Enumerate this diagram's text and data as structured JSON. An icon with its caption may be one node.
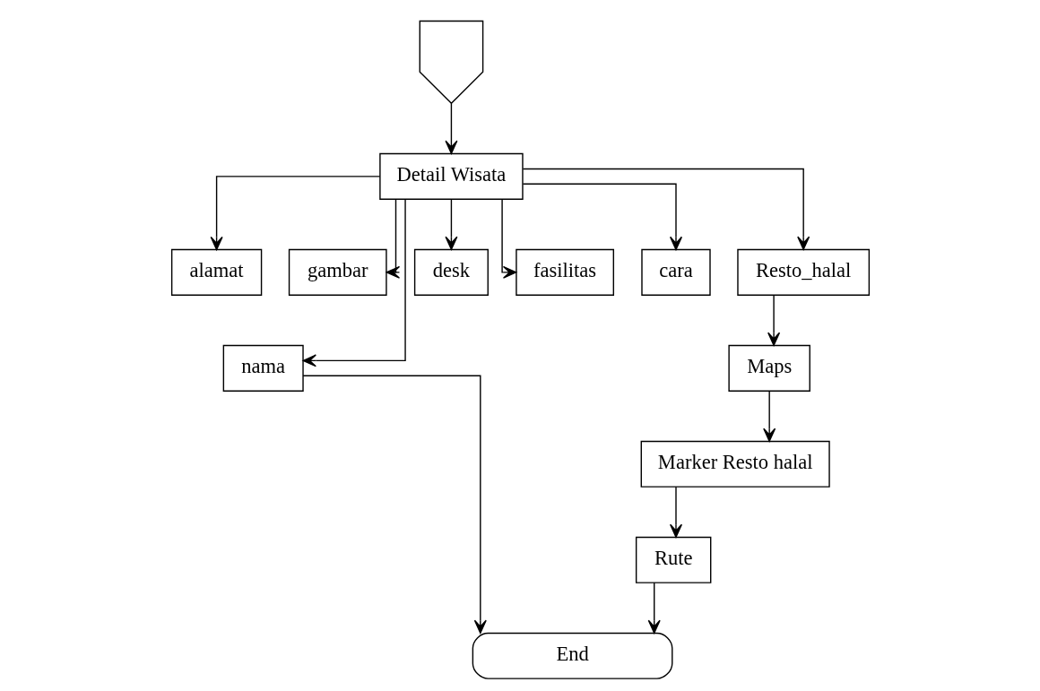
{
  "diagram": {
    "nodes": [
      {
        "text": [],
        "shape": "pentagon"
      },
      {
        "text": [
          "Detail Wisata"
        ]
      },
      {
        "text": [
          "nama"
        ]
      },
      {
        "text": [
          "alamat"
        ]
      },
      {
        "text": [
          "gambar"
        ]
      },
      {
        "text": [
          "desk"
        ]
      },
      {
        "text": [
          "fasilitas"
        ]
      },
      {
        "text": [
          "cara"
        ]
      },
      {
        "text": [
          "Resto_halal"
        ]
      },
      {
        "text": [
          "Maps"
        ]
      },
      {
        "text": [
          "Marker Resto halal"
        ]
      },
      {
        "text": [
          "Rute"
        ]
      },
      {
        "text": [
          "End"
        ]
      }
    ],
    "edges": [
      {
        "from": 0,
        "to": 1,
        "arrow": "to"
      },
      {
        "from": 1,
        "to": 2,
        "arrow": "to"
      },
      {
        "from": 1,
        "to": 3,
        "arrow": "to"
      },
      {
        "from": 1,
        "to": 4,
        "arrow": "to"
      },
      {
        "from": 1,
        "to": 5,
        "arrow": "to"
      },
      {
        "from": 1,
        "to": 6,
        "arrow": "to"
      },
      {
        "from": 1,
        "to": 7,
        "arrow": "to"
      },
      {
        "from": 1,
        "to": 8,
        "arrow": "to"
      },
      {
        "from": 2,
        "to": 12,
        "arrow": "to"
      },
      {
        "from": 8,
        "to": 9,
        "arrow": "to"
      },
      {
        "from": 9,
        "to": 10,
        "arrow": "to"
      },
      {
        "from": 10,
        "to": 11,
        "arrow": "to"
      },
      {
        "from": 11,
        "to": 12,
        "arrow": "to"
      }
    ]
  }
}
